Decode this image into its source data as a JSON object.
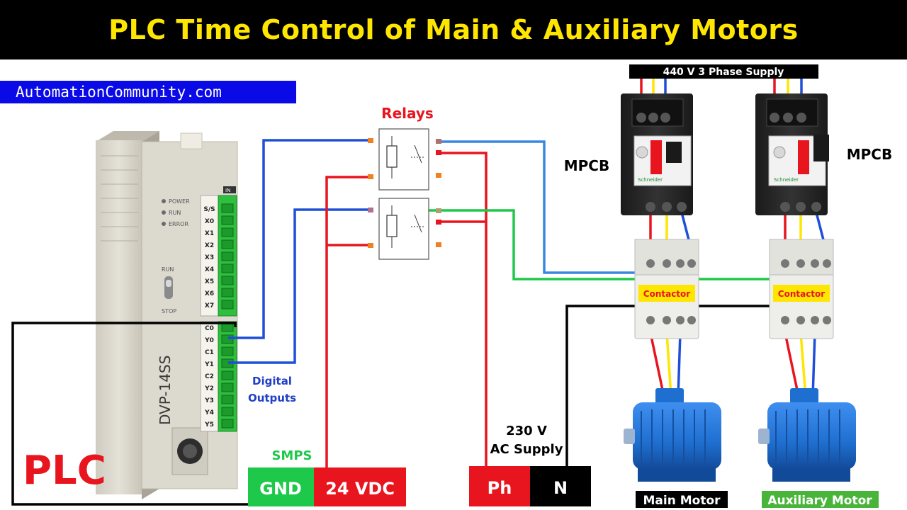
{
  "header": {
    "title": "PLC Time Control of Main & Auxiliary Motors"
  },
  "site": {
    "label": "AutomationCommunity.com"
  },
  "plc": {
    "label": "PLC",
    "model": "DVP-14SS",
    "indicators": [
      "POWER",
      "RUN",
      "ERROR"
    ],
    "switch_labels": [
      "RUN",
      "STOP"
    ],
    "port_badge": "IN",
    "input_terminals": [
      "S/S",
      "X0",
      "X1",
      "X2",
      "X3",
      "X4",
      "X5",
      "X6",
      "X7"
    ],
    "output_terminals": [
      "C0",
      "Y0",
      "C1",
      "Y1",
      "C2",
      "Y2",
      "Y3",
      "Y4",
      "Y5"
    ]
  },
  "relays": {
    "label": "Relays"
  },
  "digital_outputs": {
    "line1": "Digital",
    "line2": "Outputs"
  },
  "smps": {
    "label": "SMPS",
    "gnd": "GND",
    "vdc": "24 VDC"
  },
  "ac_supply": {
    "line1": "230 V",
    "line2": "AC Supply",
    "ph": "Ph",
    "n": "N"
  },
  "supply": {
    "label": "440 V 3 Phase Supply"
  },
  "mpcb": {
    "left": "MPCB",
    "right": "MPCB",
    "brand": "Schneider"
  },
  "contactor": {
    "left": "Contactor",
    "right": "Contactor"
  },
  "motors": {
    "main": "Main Motor",
    "auxiliary": "Auxiliary Motor"
  },
  "colors": {
    "banner_bg": "#000000",
    "title": "#ffe600",
    "site_bg": "#0a0ae6",
    "wire_red": "#e8141e",
    "wire_blue": "#1f4fd8",
    "wire_lightblue": "#3a86e0",
    "wire_green": "#1ec84a",
    "wire_black": "#000000",
    "wire_yellow": "#ffe600",
    "plc_label": "#e8141e",
    "smps_green": "#1ec84a",
    "terminal_red": "#e8141e",
    "contactor_label_bg": "#ffe600",
    "motor_blue": "#1f6fd0"
  }
}
